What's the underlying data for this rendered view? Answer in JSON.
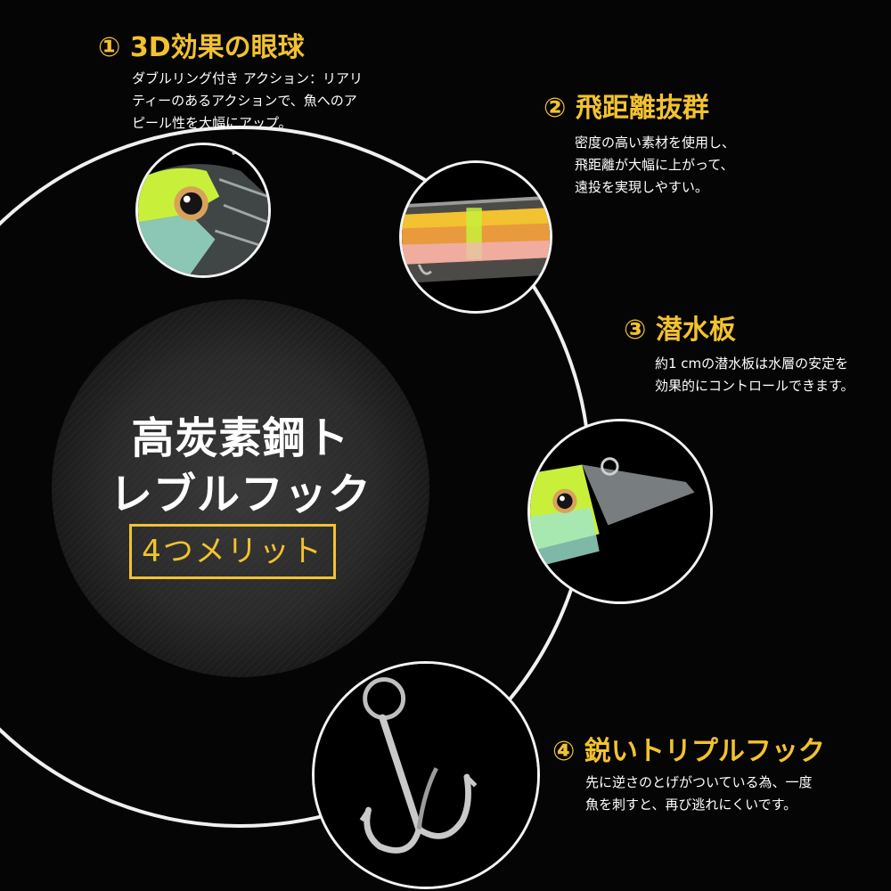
{
  "center": {
    "title_line1": "高炭素鋼ト",
    "title_line2": "レブルフック",
    "merit_label": "4つメリット"
  },
  "features": [
    {
      "title": "① 3D効果の眼球",
      "desc": [
        "ダブルリング付き アクション：リアリ",
        "ティーのあるアクションで、魚へのア",
        "ピール性を大幅にアップ。"
      ],
      "icon": "lure-eye-closeup"
    },
    {
      "title": "② 飛距離抜群",
      "desc": [
        "密度の高い素材を使用し、",
        "飛距離が大幅に上がって、",
        "遠投を実現しやすい。"
      ],
      "icon": "lure-body-closeup"
    },
    {
      "title": "③ 潜水板",
      "desc": [
        "約1 cmの潜水板は水層の安定を",
        "効果的にコントロールできます。"
      ],
      "icon": "diving-lip-closeup"
    },
    {
      "title": "④ 鋭いトリプルフック",
      "desc": [
        "先に逆さのとげがついている為、一度",
        "魚を刺すと、再び逃れにくいです。"
      ],
      "icon": "treble-hook-closeup"
    }
  ],
  "colors": {
    "accent": "#f2c230",
    "background": "#050505",
    "ring": "#f0f0f0",
    "lure_green": "#c8f03a"
  }
}
